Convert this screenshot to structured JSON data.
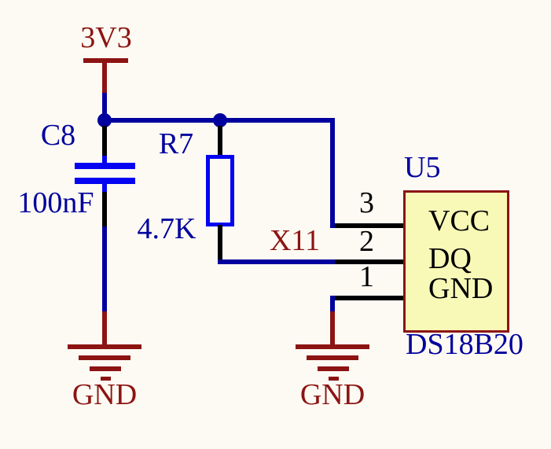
{
  "schematic": {
    "power_rail": {
      "net": "3V3"
    },
    "capacitor": {
      "ref": "C8",
      "value": "100nF"
    },
    "resistor": {
      "ref": "R7",
      "value": "4.7K"
    },
    "net_label": {
      "name": "X11"
    },
    "ic": {
      "ref": "U5",
      "part": "DS18B20",
      "pins": [
        {
          "number": "3",
          "name": "VCC"
        },
        {
          "number": "2",
          "name": "DQ"
        },
        {
          "number": "1",
          "name": "GND"
        }
      ]
    },
    "grounds": [
      {
        "net": "GND"
      },
      {
        "net": "GND"
      }
    ]
  },
  "colors": {
    "background": "#FDFAF3",
    "wire_blue": "#00009E",
    "symbol_blue": "#0404F2",
    "power_red": "#8C1412",
    "ic_fill": "#F9F9B7",
    "ic_border": "#8C1412",
    "pin_black": "#000000"
  }
}
